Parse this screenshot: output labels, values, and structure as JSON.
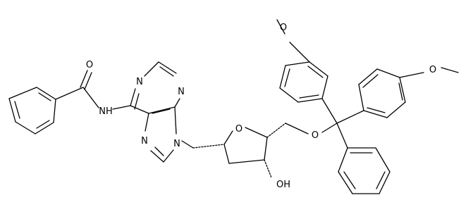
{
  "labels": {
    "carbonyl_o": "O",
    "amide_nh": "NH",
    "purine_n1": "N",
    "purine_n3": "N",
    "purine_n7": "N",
    "purine_n9": "N",
    "ring_o": "O",
    "ether_o": "O",
    "oh": "OH",
    "ome_top_o": "O",
    "ome_right_o": "O"
  },
  "colors": {
    "ink": "#000000",
    "background": "#ffffff"
  }
}
